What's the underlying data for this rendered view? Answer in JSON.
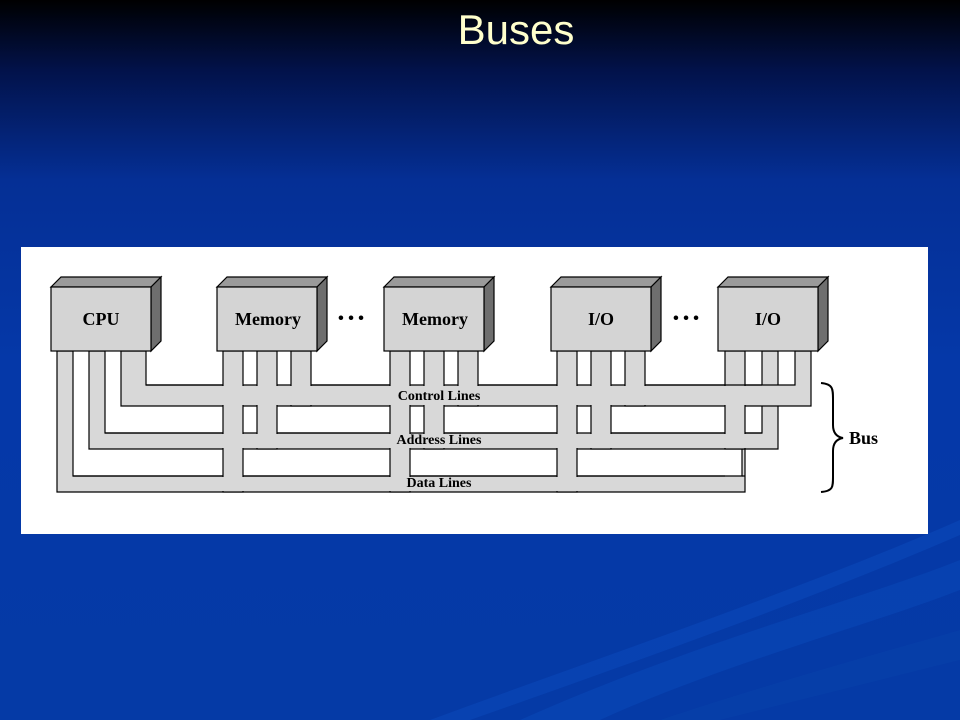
{
  "slide": {
    "title": "Buses"
  },
  "diagram": {
    "modules": [
      {
        "label": "CPU"
      },
      {
        "label": "Memory"
      },
      {
        "label": "Memory"
      },
      {
        "label": "I/O"
      },
      {
        "label": "I/O"
      }
    ],
    "ellipsis": [
      "• • •",
      "• • •"
    ],
    "lines": {
      "control": "Control Lines",
      "address": "Address Lines",
      "data": "Data Lines"
    },
    "bus_label": "Bus"
  },
  "colors": {
    "title": "#ffffcc",
    "module_fill": "#d4d4d4",
    "bus_fill": "#d8d8d8",
    "stroke": "#000000"
  }
}
